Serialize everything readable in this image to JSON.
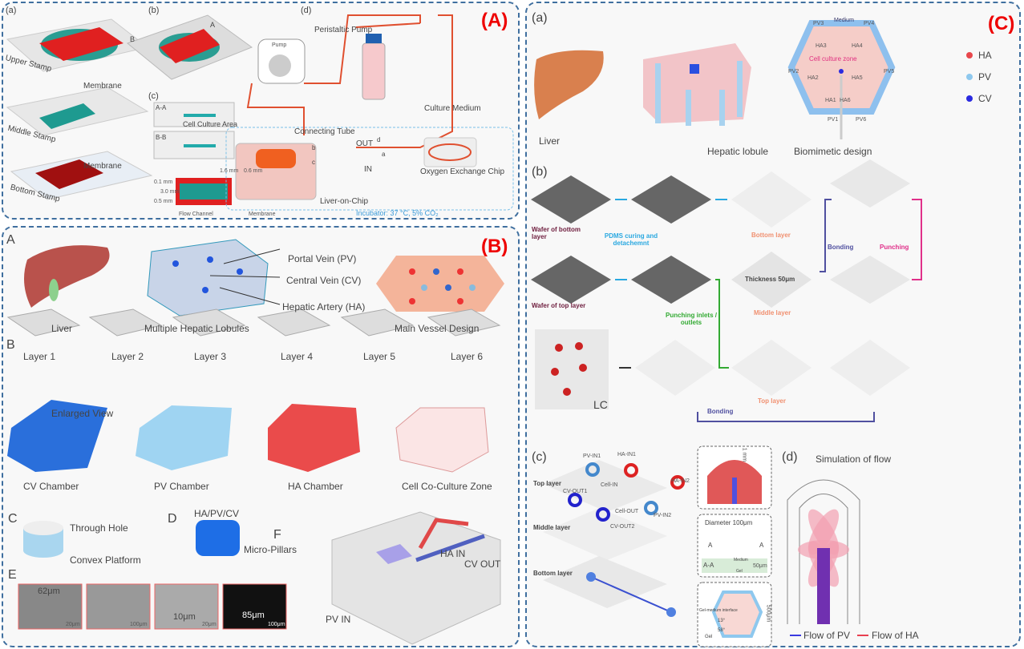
{
  "panel_A": {
    "tag": "(A)",
    "subpanels": [
      "(a)",
      "(b)",
      "(c)",
      "(d)"
    ],
    "stamps": {
      "upper": "Upper Stamp",
      "membrane1": "Membrane",
      "middle": "Middle Stamp",
      "membrane2": "Membrane",
      "bottom": "Bottom Stamp"
    },
    "section_marks": {
      "a": "A",
      "b": "B"
    },
    "sections": {
      "aa": "A-A",
      "cell_culture_area": "Cell Culture Area",
      "bb": "B-B",
      "flow_channel": "Flow Channel",
      "membrane": "Membrane"
    },
    "dims": [
      "1.6 mm",
      "0.6 mm",
      "0.1 mm",
      "3.0 mm",
      "0.5 mm"
    ],
    "circuit": {
      "pump": "Peristaltic Pump",
      "pump_label": "Pump",
      "medium": "Culture Medium",
      "tube": "Connecting Tube",
      "out": "OUT",
      "in": "IN",
      "ports": [
        "a",
        "b",
        "c",
        "d"
      ],
      "oxygen": "Oxygen Exchange Chip",
      "chip": "Liver-on-Chip",
      "incubator": "Incubator: 37 °C, 5% CO₂"
    }
  },
  "panel_B": {
    "tag": "(B)",
    "subpanels": [
      "A",
      "B",
      "C",
      "D",
      "E",
      "F"
    ],
    "anatomy": {
      "liver": "Liver",
      "lobules": "Multiple Hepatic Lobules",
      "design": "Main Vessel Design",
      "pv": "Portal Vein (PV)",
      "cv": "Central Vein (CV)",
      "ha": "Hepatic Artery (HA)"
    },
    "layers": [
      "Layer 1",
      "Layer 2",
      "Layer 3",
      "Layer 4",
      "Layer 5",
      "Layer 6"
    ],
    "enlarged": "Enlarged View",
    "chambers": [
      "CV Chamber",
      "PV Chamber",
      "HA Chamber",
      "Cell Co-Culture Zone"
    ],
    "platform": {
      "hole": "Through Hole",
      "convex": "Convex Platform"
    },
    "pillars": {
      "title": "HA/PV/CV",
      "label": "Micro-Pillars"
    },
    "sem": [
      {
        "label": "62μm",
        "scale": "20μm"
      },
      {
        "label": "",
        "scale": "100μm"
      },
      {
        "label": "10μm",
        "scale": "20μm"
      },
      {
        "label": "85μm",
        "scale": "100μm"
      }
    ],
    "device": {
      "ha_in": "HA IN",
      "cv_out": "CV OUT",
      "pv_in": "PV IN"
    }
  },
  "panel_C": {
    "tag": "(C)",
    "subpanels": [
      "(a)",
      "(b)",
      "(c)",
      "(d)"
    ],
    "a": {
      "liver": "Liver",
      "lobule": "Hepatic lobule",
      "design": "Biomimetic design",
      "medium": "Medium",
      "zone": "Cell culture zone",
      "pv_ports": [
        "PV1",
        "PV2",
        "PV3",
        "PV4",
        "PV5",
        "PV6"
      ],
      "ha_ports": [
        "HA1",
        "HA2",
        "HA3",
        "HA4",
        "HA5",
        "HA6"
      ],
      "legend": [
        {
          "label": "HA",
          "color": "#e8474c"
        },
        {
          "label": "PV",
          "color": "#8ec8ee"
        },
        {
          "label": "CV",
          "color": "#2a2ae0"
        }
      ]
    },
    "b": {
      "wafer_bottom": "Wafer of bottom layer",
      "pdms": "PDMS curing and detachemnt",
      "bottom": "Bottom layer",
      "bonding1": "Bonding",
      "punching": "Punching",
      "thickness": "Thickness 50μm",
      "middle": "Middle layer",
      "wafer_top": "Wafer of top layer",
      "punch_io": "Punching inlets / outlets",
      "lc": "LC",
      "top": "Top layer",
      "bonding2": "Bonding"
    },
    "c": {
      "top": "Top layer",
      "middle": "Middle layer",
      "bottom": "Bottom layer",
      "ports": [
        "PV-IN1",
        "HA-IN1",
        "HA-IN2",
        "Cell-IN",
        "CV-OUT1",
        "Cell-OUT",
        "PV-IN2",
        "CV-OUT2"
      ],
      "detail1": "1 mm",
      "diameter": "Diameter 100μm",
      "a_left": "A",
      "a_right": "A",
      "aa": "A-A",
      "medium": "Medium",
      "gel": "Gel",
      "h50": "50μm",
      "interface": "Gel-medium interface",
      "ang1": "13°",
      "ang2": "58°",
      "gel2": "Gel",
      "w500": "500μm"
    },
    "d": {
      "title": "Simulation of flow",
      "legend": [
        {
          "label": "Flow of PV",
          "color": "#3a3ae0"
        },
        {
          "label": "Flow of HA",
          "color": "#e84050"
        }
      ]
    }
  }
}
